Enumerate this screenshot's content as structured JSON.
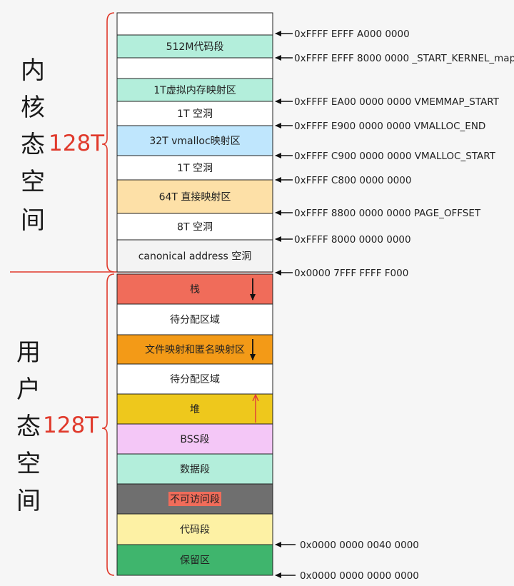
{
  "kernel_title_chars": [
    "内",
    "核",
    "态",
    "空",
    "间"
  ],
  "kernel_size": "128T",
  "user_title_chars": [
    "用",
    "户",
    "态",
    "空",
    "间"
  ],
  "user_size": "128T",
  "colors": {
    "white": "#ffffff",
    "mint": "#b3eedb",
    "light_blue": "#bfe6fd",
    "peach": "#fde0a7",
    "light_gray": "#f3f3f3",
    "salmon": "#f06c5a",
    "orange": "#f39a17",
    "gold": "#eec81c",
    "lavender": "#f4c7f7",
    "dark_gray": "#6f6f6f",
    "pale_yellow": "#fdf1a4",
    "green": "#3fb56d",
    "brace_red": "#e0392b",
    "arrow_red": "#e03a3a"
  },
  "kernel_segments": [
    {
      "label": "",
      "color": "white"
    },
    {
      "label": "512M代码段",
      "color": "mint"
    },
    {
      "label": "",
      "color": "white"
    },
    {
      "label": "1T虚拟内存映射区",
      "color": "mint"
    },
    {
      "label": "1T 空洞",
      "color": "white"
    },
    {
      "label": "32T vmalloc映射区",
      "color": "light_blue"
    },
    {
      "label": "1T 空洞",
      "color": "white"
    },
    {
      "label": "64T 直接映射区",
      "color": "peach"
    },
    {
      "label": "8T 空洞",
      "color": "white"
    },
    {
      "label": "canonical address 空洞",
      "color": "light_gray"
    }
  ],
  "user_segments": [
    {
      "label": "栈",
      "color": "salmon",
      "arrow": "down"
    },
    {
      "label": "待分配区域",
      "color": "white"
    },
    {
      "label": "文件映射和匿名映射区",
      "color": "orange",
      "arrow": "down"
    },
    {
      "label": "待分配区域",
      "color": "white"
    },
    {
      "label": "堆",
      "color": "gold",
      "arrow": "up"
    },
    {
      "label": "BSS段",
      "color": "lavender"
    },
    {
      "label": "数据段",
      "color": "mint"
    },
    {
      "label": "不可访问段",
      "color": "dark_gray",
      "highlight": "salmon"
    },
    {
      "label": "代码段",
      "color": "pale_yellow"
    },
    {
      "label": "保留区",
      "color": "green"
    }
  ],
  "addresses": [
    {
      "text": "0xFFFF EFFF A000 0000"
    },
    {
      "text": "0xFFFF EFFF 8000 0000  _START_KERNEL_map"
    },
    {
      "text": "0xFFFF EA00 0000 0000 VMEMMAP_START"
    },
    {
      "text": "0xFFFF E900 0000 0000  VMALLOC_END"
    },
    {
      "text": "0xFFFF C900 0000 0000  VMALLOC_START"
    },
    {
      "text": "0xFFFF C800 0000 0000"
    },
    {
      "text": "0xFFFF 8800 0000 0000    PAGE_OFFSET"
    },
    {
      "text": "0xFFFF 8000 0000 0000"
    },
    {
      "text": "0x0000 7FFF FFFF F000"
    },
    {
      "text": "0x0000 0000 0040 0000"
    },
    {
      "text": "0x0000 0000 0000 0000"
    }
  ]
}
